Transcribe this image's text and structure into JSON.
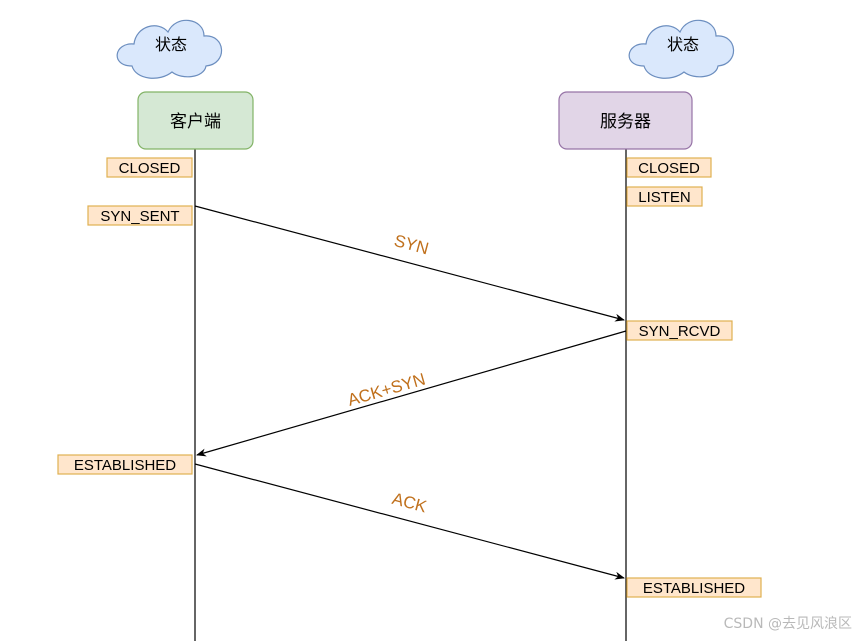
{
  "clouds": {
    "left": "状态",
    "right": "状态"
  },
  "participants": {
    "client": "客户端",
    "server": "服务器"
  },
  "client_states": {
    "closed": "CLOSED",
    "syn_sent": "SYN_SENT",
    "established": "ESTABLISHED"
  },
  "server_states": {
    "closed": "CLOSED",
    "listen": "LISTEN",
    "syn_rcvd": "SYN_RCVD",
    "established": "ESTABLISHED"
  },
  "messages": {
    "syn": "SYN",
    "ack_syn": "ACK+SYN",
    "ack": "ACK"
  },
  "watermark": "CSDN @去见风浪区",
  "colors": {
    "client_box": "#d5e8d4",
    "client_border": "#82b366",
    "server_box": "#e1d5e7",
    "server_border": "#9673a6",
    "cloud_fill": "#dae8fc",
    "cloud_border": "#6c8ebf",
    "state_fill": "#ffe6cc",
    "state_border": "#e0b050",
    "message_text": "#c0701c"
  }
}
